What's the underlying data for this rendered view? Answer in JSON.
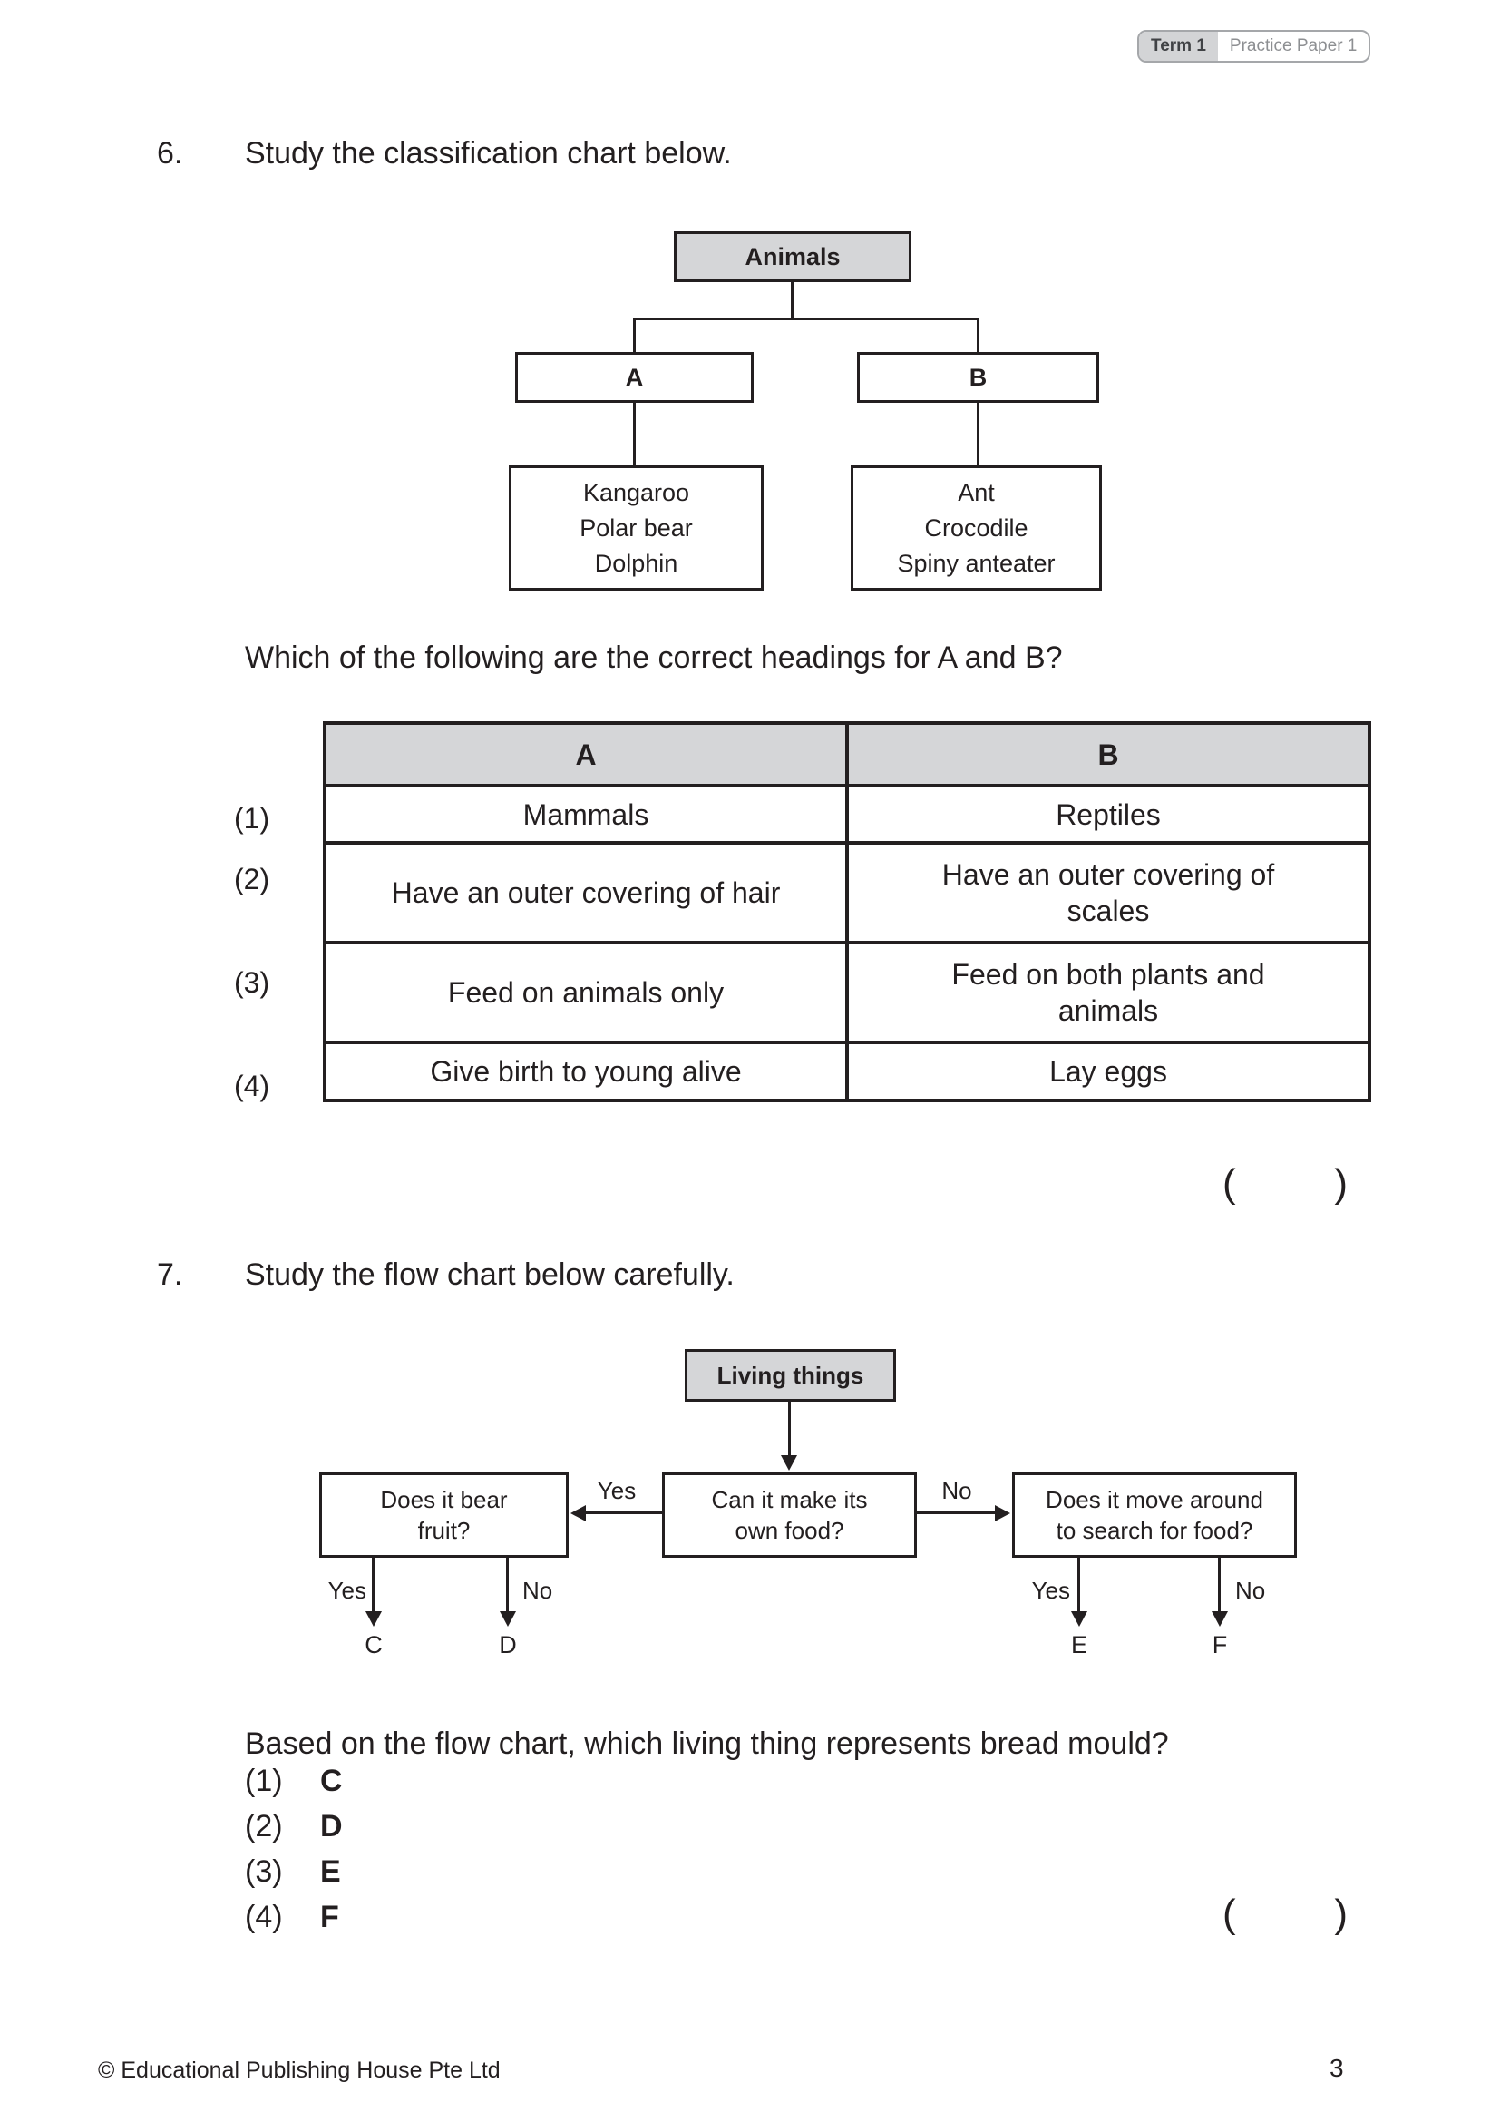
{
  "header": {
    "term": "Term 1",
    "paper": "Practice Paper 1"
  },
  "q6": {
    "number": "6.",
    "prompt": "Study the classification chart below.",
    "chart": {
      "root": "Animals",
      "node_a": "A",
      "node_b": "B",
      "group_a": [
        "Kangaroo",
        "Polar bear",
        "Dolphin"
      ],
      "group_b": [
        "Ant",
        "Crocodile",
        "Spiny anteater"
      ]
    },
    "question": "Which of the following are the correct headings for A and B?",
    "table": {
      "col_a": "A",
      "col_b": "B",
      "rows": [
        {
          "label": "(1)",
          "a": "Mammals",
          "b": "Reptiles"
        },
        {
          "label": "(2)",
          "a": "Have an outer covering of hair",
          "b": "Have an outer covering of scales"
        },
        {
          "label": "(3)",
          "a": "Feed on animals only",
          "b": "Feed on both plants and animals"
        },
        {
          "label": "(4)",
          "a": "Give birth to young alive",
          "b": "Lay eggs"
        }
      ]
    },
    "answer_open": "(",
    "answer_close": ")"
  },
  "q7": {
    "number": "7.",
    "prompt": "Study the flow chart below carefully.",
    "flow": {
      "root": "Living things",
      "center": {
        "line1": "Can it make its",
        "line2": "own food?"
      },
      "left": {
        "line1": "Does it bear",
        "line2": "fruit?"
      },
      "right": {
        "line1": "Does it move around",
        "line2": "to search for food?"
      },
      "yes_label": "Yes",
      "no_label": "No",
      "outcome_c": "C",
      "outcome_d": "D",
      "outcome_e": "E",
      "outcome_f": "F"
    },
    "question": "Based on the flow chart, which living thing represents bread mould?",
    "options": [
      {
        "label": "(1)",
        "value": "C"
      },
      {
        "label": "(2)",
        "value": "D"
      },
      {
        "label": "(3)",
        "value": "E"
      },
      {
        "label": "(4)",
        "value": "F"
      }
    ],
    "answer_open": "(",
    "answer_close": ")"
  },
  "footer": {
    "copyright": "© Educational Publishing House Pte Ltd",
    "page": "3"
  }
}
